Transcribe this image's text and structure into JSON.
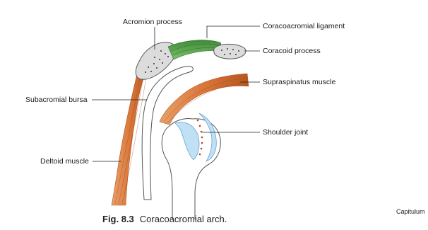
{
  "labels": {
    "acromion": "Acromion process",
    "coracoacromial_ligament": "Coracoacromial ligament",
    "coracoid": "Coracoid process",
    "supraspinatus": "Supraspinatus muscle",
    "subacromial_bursa": "Subacromial bursa",
    "shoulder_joint": "Shoulder joint",
    "deltoid": "Deltoid muscle"
  },
  "caption": {
    "figure_number": "Fig. 8.3",
    "text": "Coracoacromial arch."
  },
  "side_note": "Capitulum",
  "colors": {
    "bone_fill": "#d9d9d9",
    "bone_outline": "#555555",
    "ligament": "#4f9a45",
    "muscle": "#d9763a",
    "muscle_dark": "#b4561f",
    "joint_cartilage": "#bfe0f5",
    "leader_line": "#222222"
  }
}
